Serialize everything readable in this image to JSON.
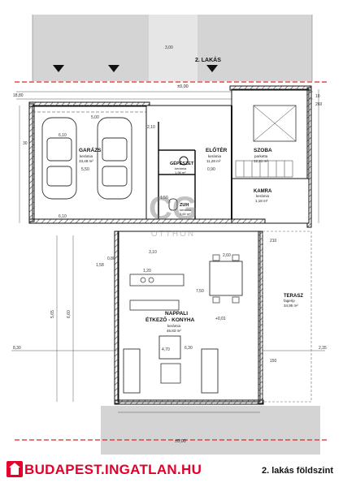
{
  "colors": {
    "accent": "#e4002b",
    "redline": "#d62828",
    "paving": "#cfcfcf"
  },
  "levels": {
    "top": "±0,00",
    "bottom": "±0,00",
    "floor": "+0,01"
  },
  "unit_label": "2. LAKÁS",
  "rooms": {
    "garage": {
      "name": "GARÁZS",
      "material": "kerámia",
      "area": "33,48 m²"
    },
    "hall": {
      "name": "ELŐTÉR",
      "material": "kerámia",
      "area": "11,28 m²"
    },
    "bedroom": {
      "name": "SZOBA",
      "material": "parketta",
      "area": "12,21 m²"
    },
    "mech": {
      "name": "GÉPÉSZET",
      "material": "kerámia",
      "area": "1,98 m²"
    },
    "shower": {
      "name": "ZUH",
      "material": "kerámia",
      "area": "3,60 m²"
    },
    "closet": {
      "name": "KAMRA",
      "material": "kerámia",
      "area": "1,18 m²"
    },
    "living": {
      "name": "NAPPALI",
      "name2": "ÉTKEZŐ - KONYHA",
      "material": "kerámia",
      "area": "46,83 m²"
    },
    "terrace": {
      "name": "TERASZ",
      "material": "fagerip",
      "area": "34,95 m²"
    }
  },
  "dimensions": {
    "d1": "5,00",
    "d2": "6,10",
    "d3": "5,50",
    "d4": "2,60",
    "d5": "7,50",
    "d6": "8,30",
    "d7": "6,30",
    "d8": "4,70",
    "d9": "2,35",
    "d10": "3,00",
    "d11": "2,10",
    "d12": "1,50",
    "d13": "0,90",
    "d14": "30",
    "d15": "10",
    "d16": "260",
    "d17": "150",
    "d18": "210",
    "d19": "5,65",
    "d20": "6,60",
    "d21": "1,58",
    "d22": "1,20",
    "d23": "18,80",
    "d24": "3,10",
    "d25": "0,80"
  },
  "watermark": {
    "mono": "CG",
    "text": "OTTHON"
  },
  "footer": {
    "brand": "BUDAPEST.INGATLAN.HU",
    "caption": "2. lakás földszint"
  }
}
